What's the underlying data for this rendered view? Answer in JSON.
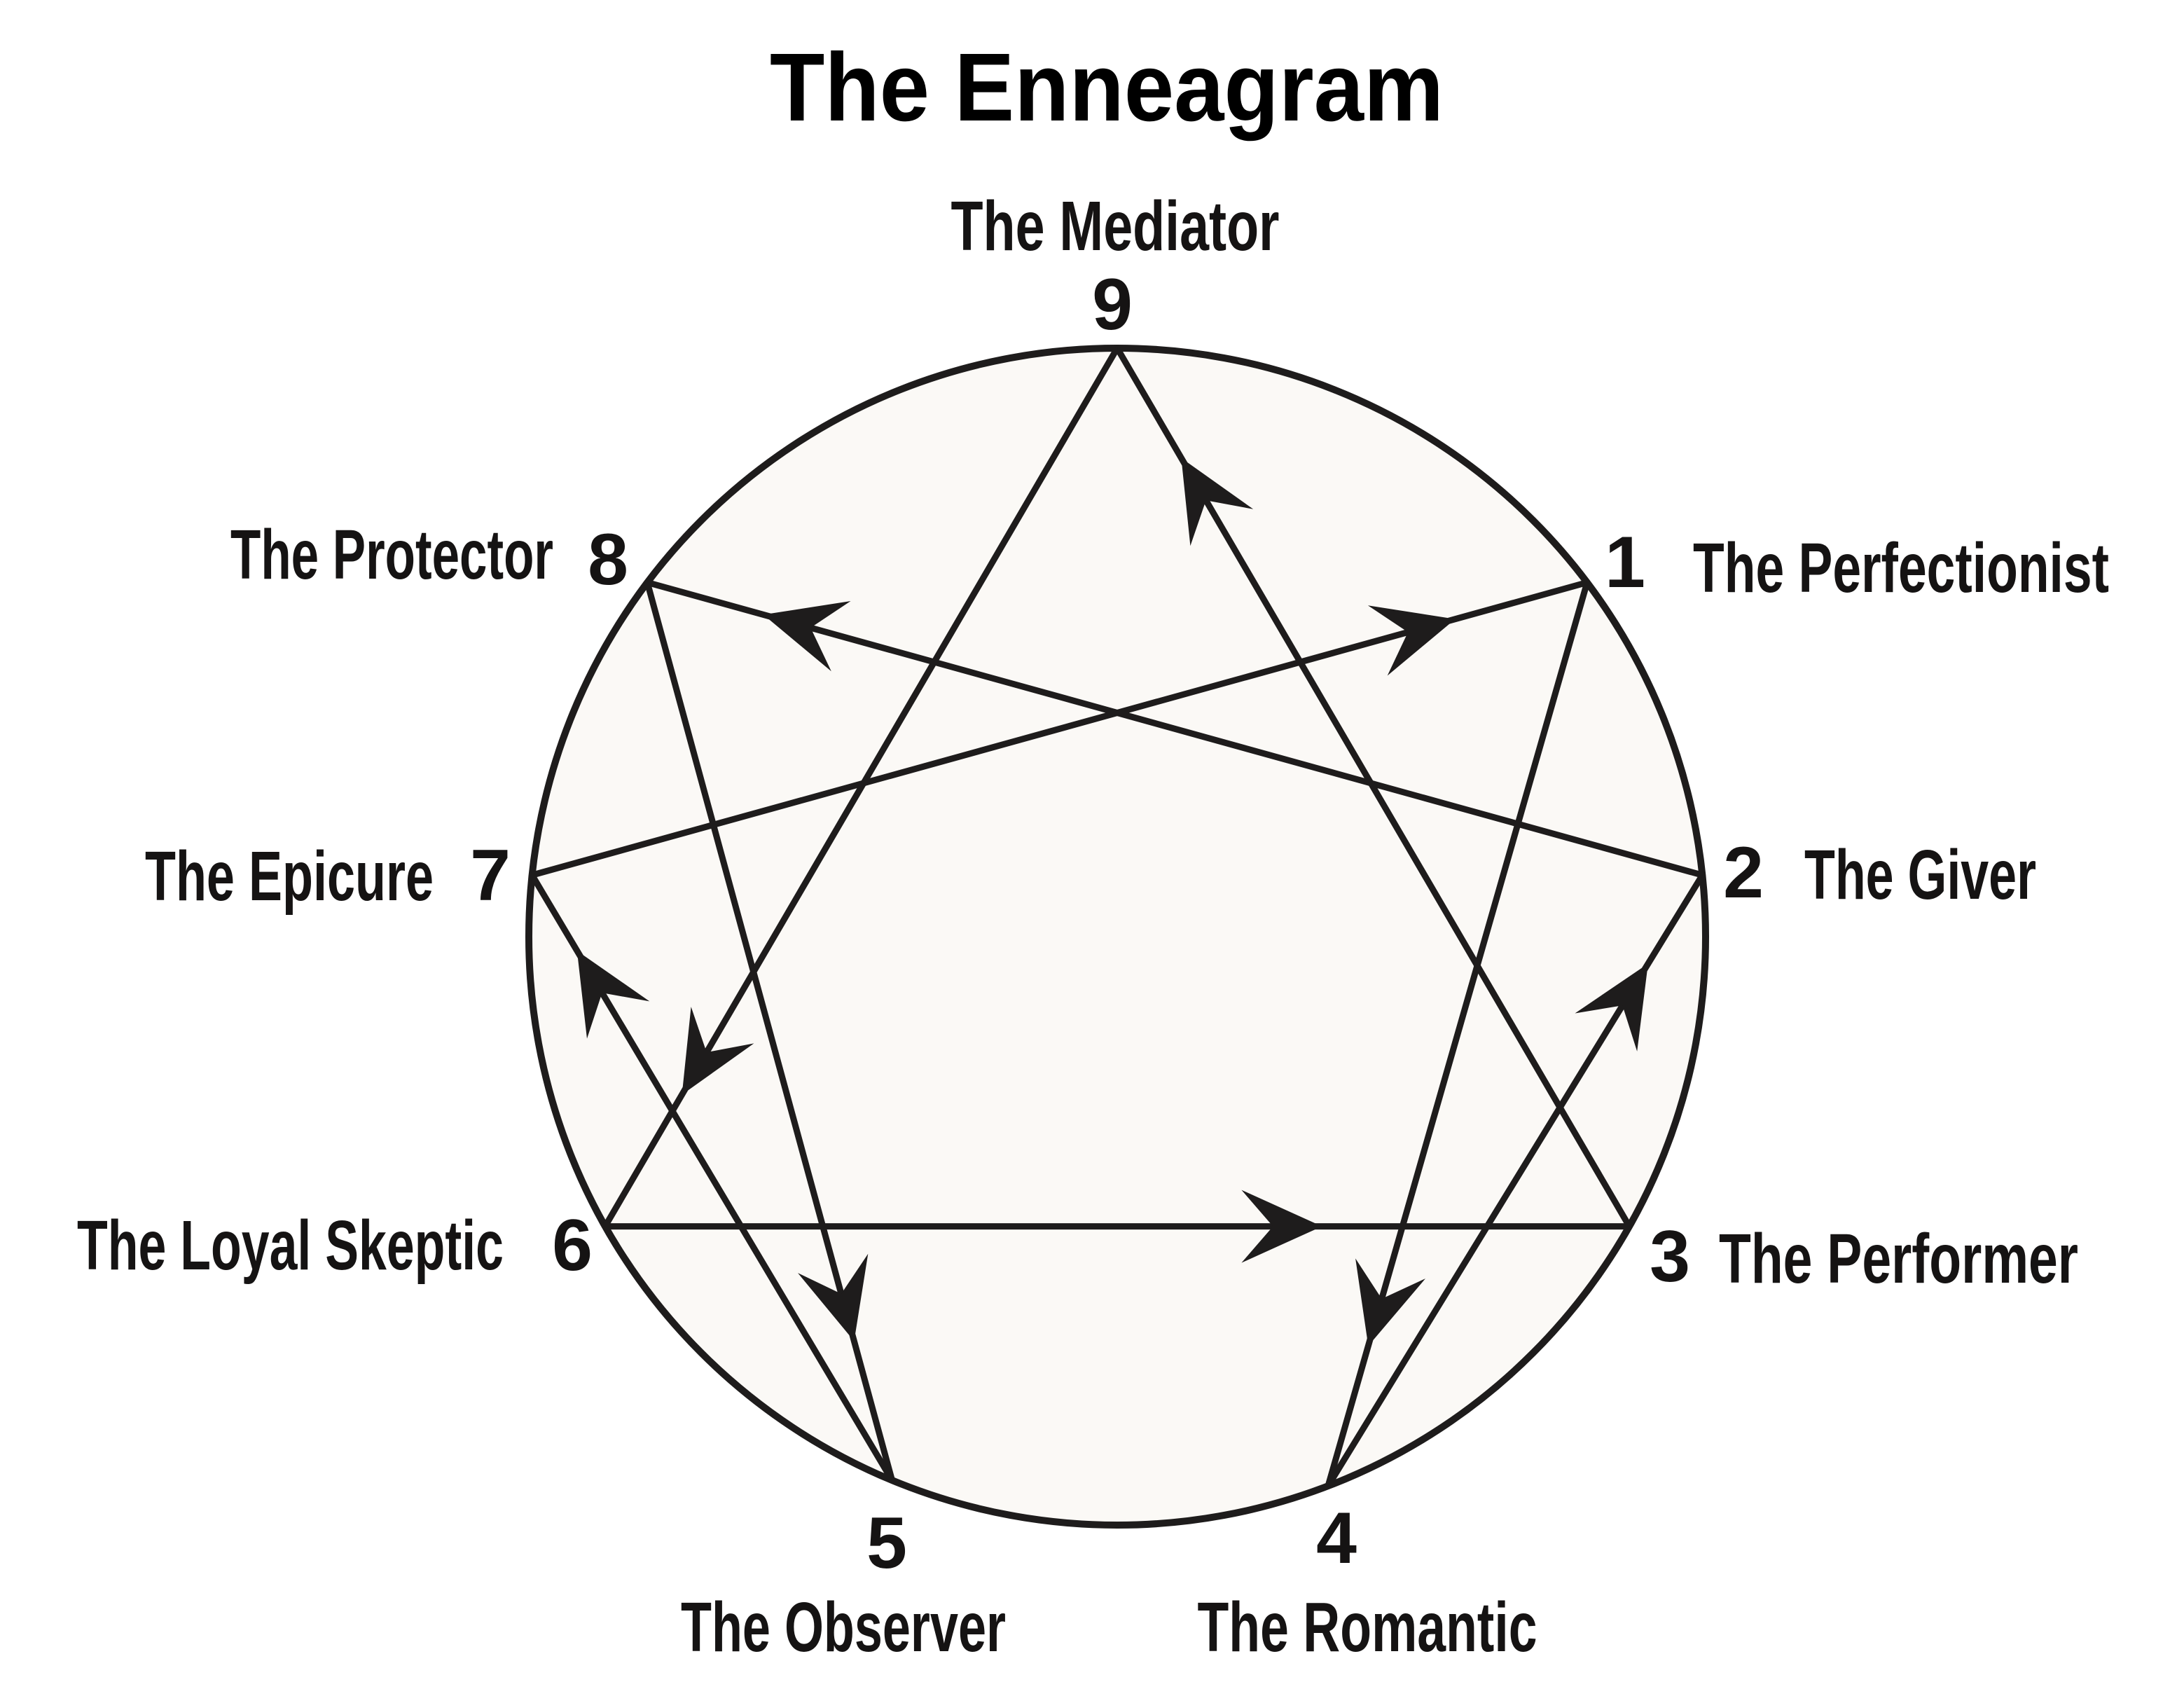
{
  "title": "The Enneagram",
  "colors": {
    "background": "#ffffff",
    "circle_fill": "#fbf9f6",
    "line": "#1e1c1c",
    "text": "#151313"
  },
  "nodes": [
    {
      "num": "9",
      "label": "The Mediator",
      "angle": 0
    },
    {
      "num": "1",
      "label": "The Perfectionist",
      "angle": 53
    },
    {
      "num": "2",
      "label": "The Giver",
      "angle": 84
    },
    {
      "num": "3",
      "label": "The Performer",
      "angle": 119.5
    },
    {
      "num": "4",
      "label": "The Romantic",
      "angle": 159
    },
    {
      "num": "5",
      "label": "The Observer",
      "angle": 202.5
    },
    {
      "num": "6",
      "label": "The Loyal Skeptic",
      "angle": 240.5
    },
    {
      "num": "7",
      "label": "The Epicure",
      "angle": 276
    },
    {
      "num": "8",
      "label": "The Protector",
      "angle": 307
    }
  ],
  "connections": [
    {
      "from": "1",
      "to": "4",
      "arrow_t": 0.845
    },
    {
      "from": "4",
      "to": "2",
      "arrow_t": 0.855
    },
    {
      "from": "2",
      "to": "8",
      "arrow_t": 0.89
    },
    {
      "from": "8",
      "to": "5",
      "arrow_t": 0.845
    },
    {
      "from": "5",
      "to": "7",
      "arrow_t": 0.875
    },
    {
      "from": "7",
      "to": "1",
      "arrow_t": 0.875
    },
    {
      "from": "3",
      "to": "9",
      "arrow_t": 0.875
    },
    {
      "from": "9",
      "to": "6",
      "arrow_t": 0.85
    },
    {
      "from": "6",
      "to": "3",
      "arrow_t": 0.7
    }
  ]
}
